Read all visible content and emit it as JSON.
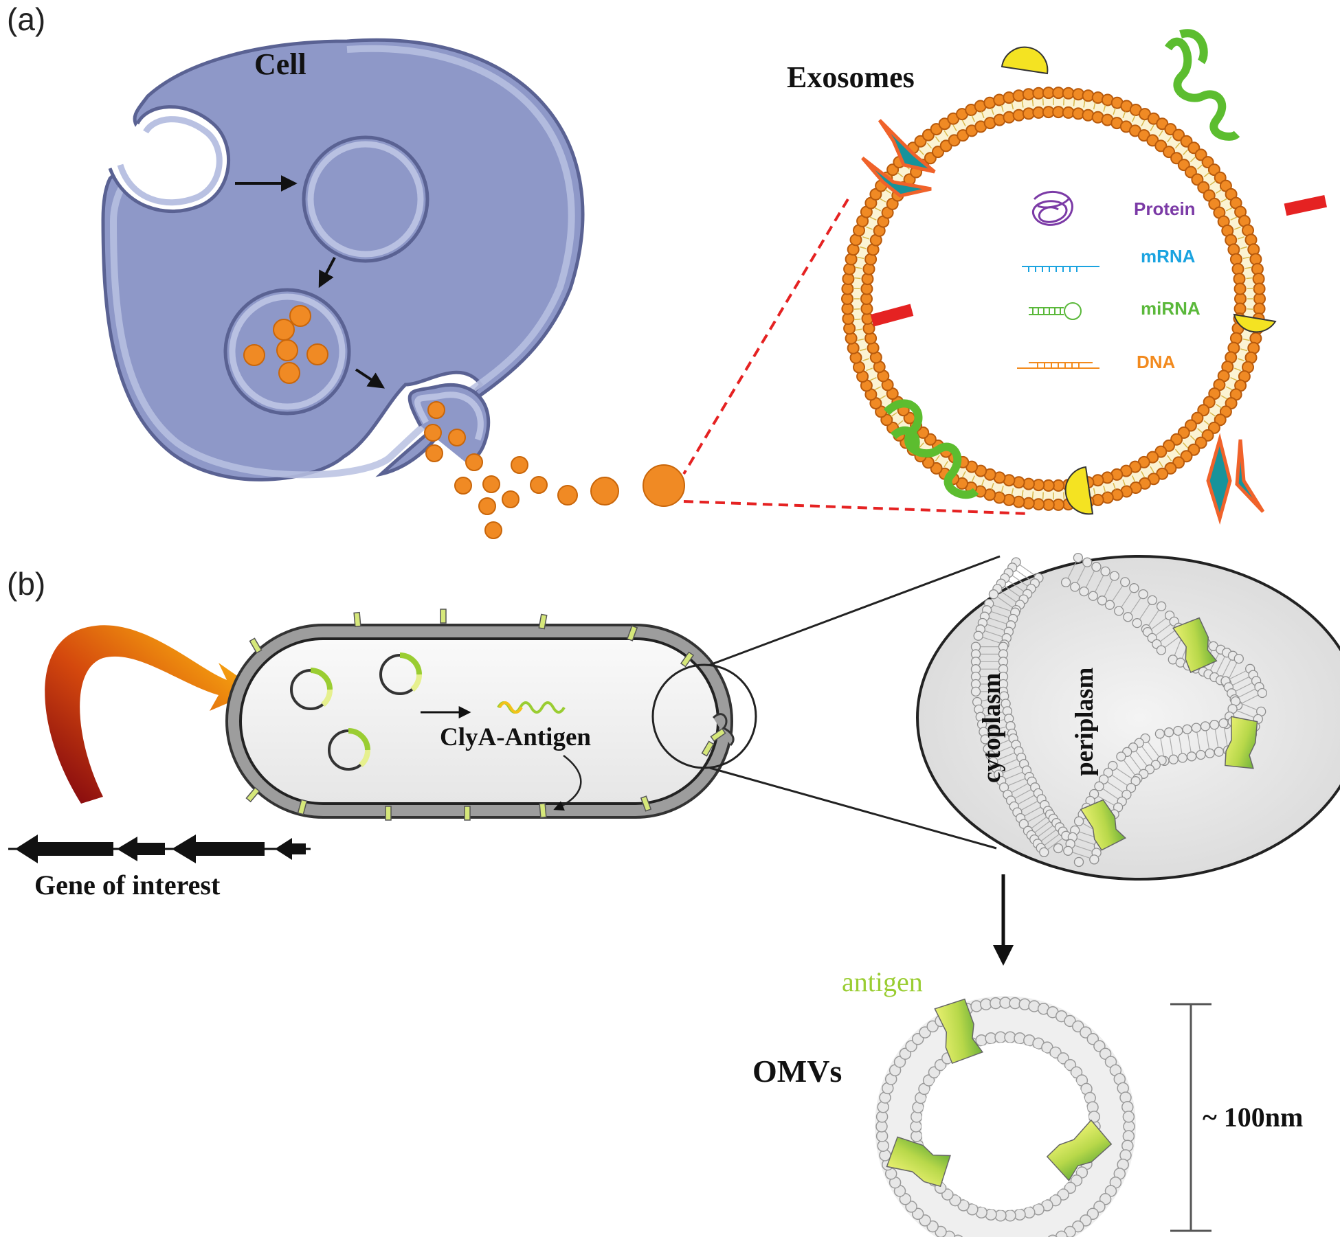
{
  "panel_a": {
    "label": "(a)",
    "cell_label": "Cell",
    "exosomes_title": "Exosomes",
    "legend": [
      {
        "key": "protein",
        "label": "Protein",
        "color": "#7b3aa6"
      },
      {
        "key": "mrna",
        "label": "mRNA",
        "color": "#1aa3e0"
      },
      {
        "key": "mirna",
        "label": "miRNA",
        "color": "#5ab83a"
      },
      {
        "key": "dna",
        "label": "DNA",
        "color": "#f28a1e"
      }
    ]
  },
  "panel_b": {
    "label": "(b)",
    "gene_label": "Gene of interest",
    "construct_label": "ClyA-Antigen",
    "cytoplasm_label": "cytoplasm",
    "periplasm_label": "periplasm",
    "antigen_label": "antigen",
    "omv_label": "OMVs",
    "scale_label": "~ 100nm"
  },
  "colors": {
    "cell_fill": "#8e98c8",
    "cell_membrane": "#b9c1e2",
    "vesicle_orange": "#f08a24",
    "dashed_red": "#e52222",
    "antigen_green": "#9acd32"
  }
}
